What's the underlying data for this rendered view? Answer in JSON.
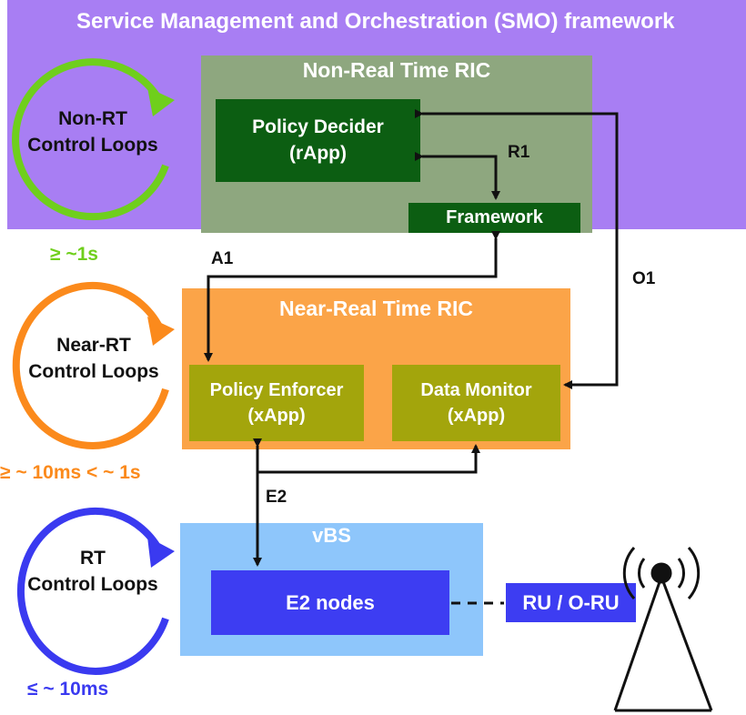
{
  "smo": {
    "title": "Service Management and Orchestration (SMO) framework"
  },
  "non_rt_ric": {
    "title": "Non-Real Time RIC",
    "policy_decider": {
      "line1": "Policy Decider",
      "line2": "(rApp)"
    },
    "framework": "Framework"
  },
  "near_rt_ric": {
    "title": "Near-Real Time RIC",
    "policy_enforcer": {
      "line1": "Policy Enforcer",
      "line2": "(xApp)"
    },
    "data_monitor": {
      "line1": "Data Monitor",
      "line2": "(xApp)"
    }
  },
  "vbs": {
    "title": "vBS",
    "e2_nodes": "E2 nodes",
    "ru": "RU / O-RU"
  },
  "interfaces": {
    "r1": "R1",
    "a1": "A1",
    "o1": "O1",
    "e2": "E2"
  },
  "loops": {
    "non_rt": {
      "line1": "Non-RT",
      "line2": "Control Loops",
      "timing": "≥ ~1s",
      "color": "#6fcf1c"
    },
    "near_rt": {
      "line1": "Near-RT",
      "line2": "Control Loops",
      "timing": "≥ ~ 10ms < ~ 1s",
      "color": "#fb8a1c"
    },
    "rt": {
      "line1": "RT",
      "line2": "Control Loops",
      "timing": "≤ ~ 10ms",
      "color": "#3a3af0"
    }
  },
  "colors": {
    "smo_bg": "#a87ef3",
    "non_rt_ric_bg": "#8ea77f",
    "rapp_bg": "#0c5e12",
    "near_rt_ric_bg": "#fba448",
    "xapp_bg": "#a3a50c",
    "vbs_bg": "#8ec6fb",
    "e2_bg": "#3d3df2"
  }
}
